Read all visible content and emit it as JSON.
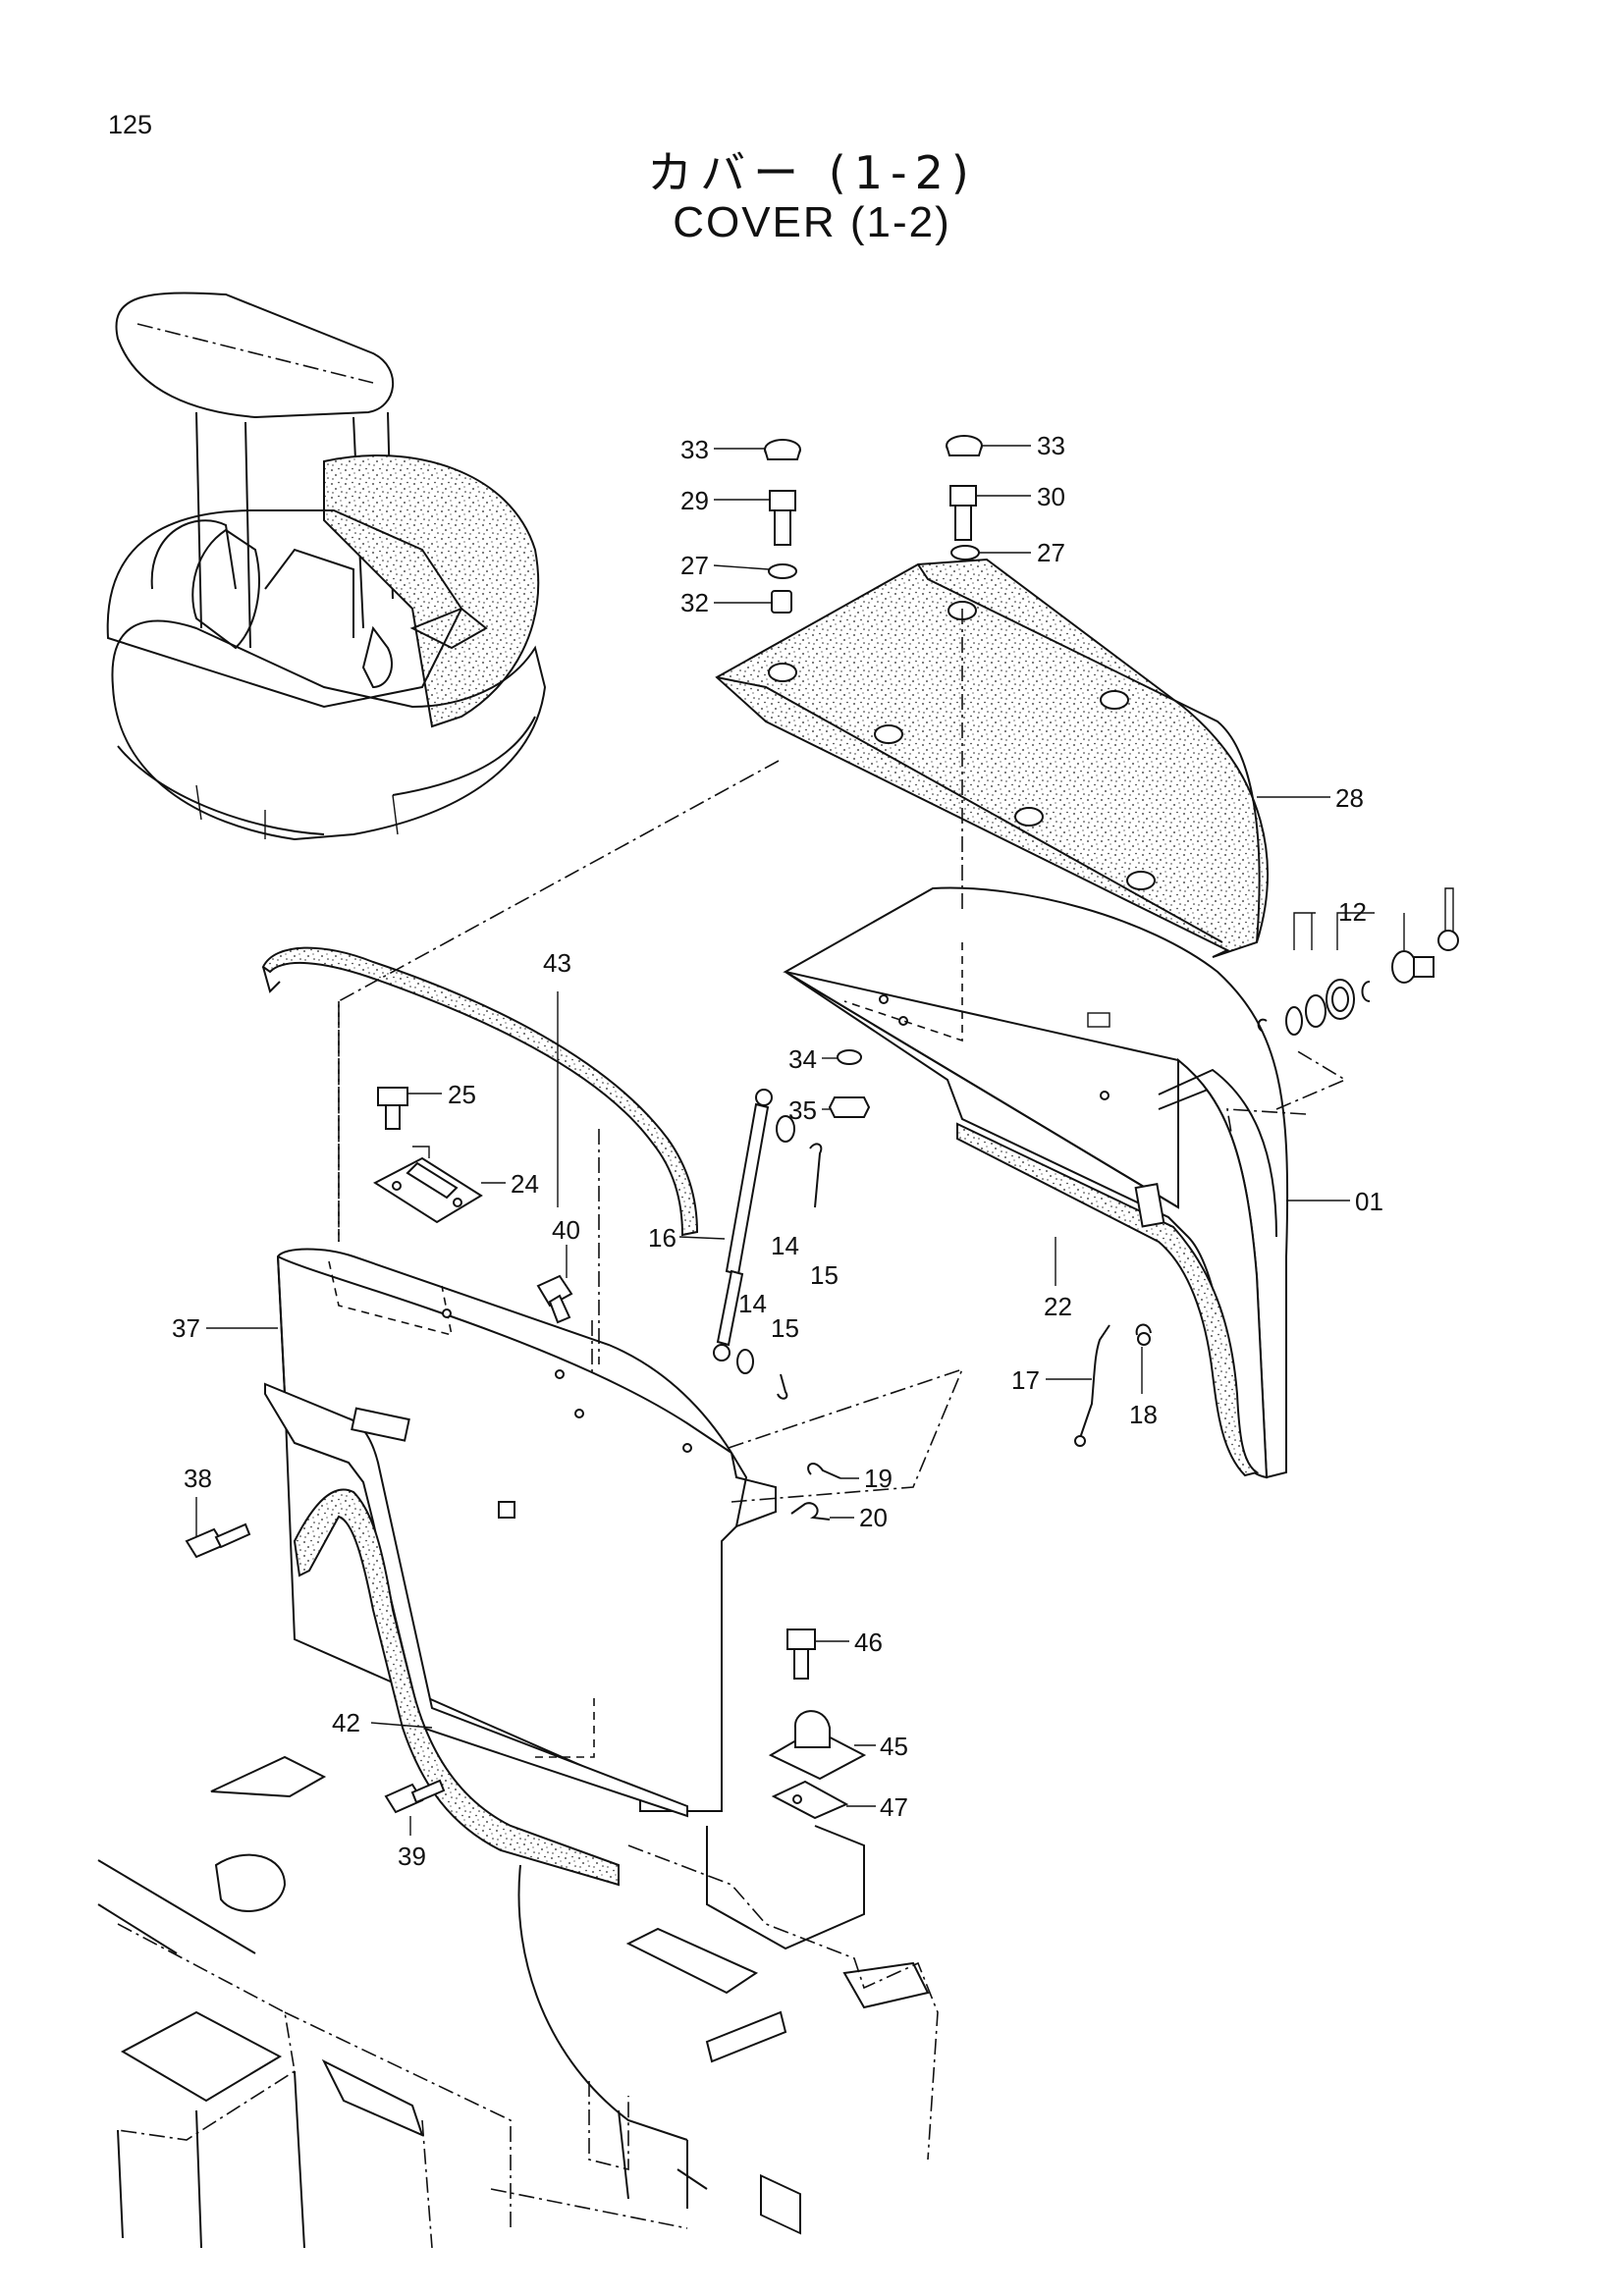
{
  "page_number": "125",
  "title_jp": "カバー (1-2)",
  "title_en": "COVER (1-2)",
  "callouts": {
    "c33a": "33",
    "c33b": "33",
    "c29": "29",
    "c30": "30",
    "c27a": "27",
    "c27b": "27",
    "c32": "32",
    "c28": "28",
    "c12": "12",
    "c43": "43",
    "c34": "34",
    "c35": "35",
    "c25": "25",
    "c24": "24",
    "c01": "01",
    "c40": "40",
    "c16": "16",
    "c14a": "14",
    "c15a": "15",
    "c14b": "14",
    "c15b": "15",
    "c37": "37",
    "c22": "22",
    "c17": "17",
    "c18": "18",
    "c38": "38",
    "c19": "19",
    "c20": "20",
    "c46": "46",
    "c45": "45",
    "c47": "47",
    "c42": "42",
    "c39": "39"
  }
}
